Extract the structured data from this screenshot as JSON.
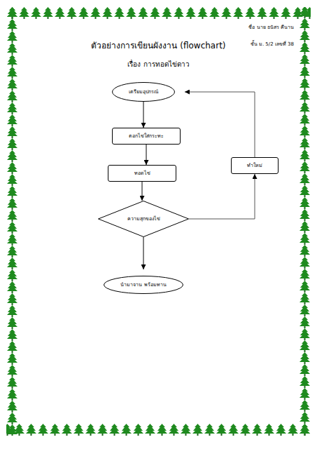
{
  "diagram": {
    "title": "ตัวอย่างการเขียนผังงาน (flowchart)",
    "nodes": [
      {
        "text": [
          "เตรียมอุปกรณ์"
        ]
      },
      {
        "text": [
          "ตอกไข่ใส่กระทะ"
        ]
      },
      {
        "text": [
          "ทำใหม่"
        ]
      },
      {
        "text": [
          "ทอดไข่"
        ]
      },
      {
        "text": [
          "ความสุกของไข่"
        ]
      },
      {
        "text": [
          "นำมาจาน พร้อมทาน"
        ]
      }
    ],
    "edges": [
      {
        "from": 0,
        "to": 1,
        "arrow": "to"
      },
      {
        "from": 1,
        "to": 3,
        "arrow": "to"
      },
      {
        "from": 3,
        "to": 4,
        "arrow": "to"
      },
      {
        "from": 4,
        "to": 5,
        "arrow": "to"
      },
      {
        "from": 4,
        "to": 2,
        "arrow": "to"
      },
      {
        "from": 2,
        "to": 0,
        "arrow": "to"
      }
    ],
    "labels": [
      "ชื่อ นาย ธนัสร คีนาน",
      "ชั้น ม. 5/2 เลขที่ 38",
      "เรื่อง การทอดไข่ดาว"
    ]
  }
}
